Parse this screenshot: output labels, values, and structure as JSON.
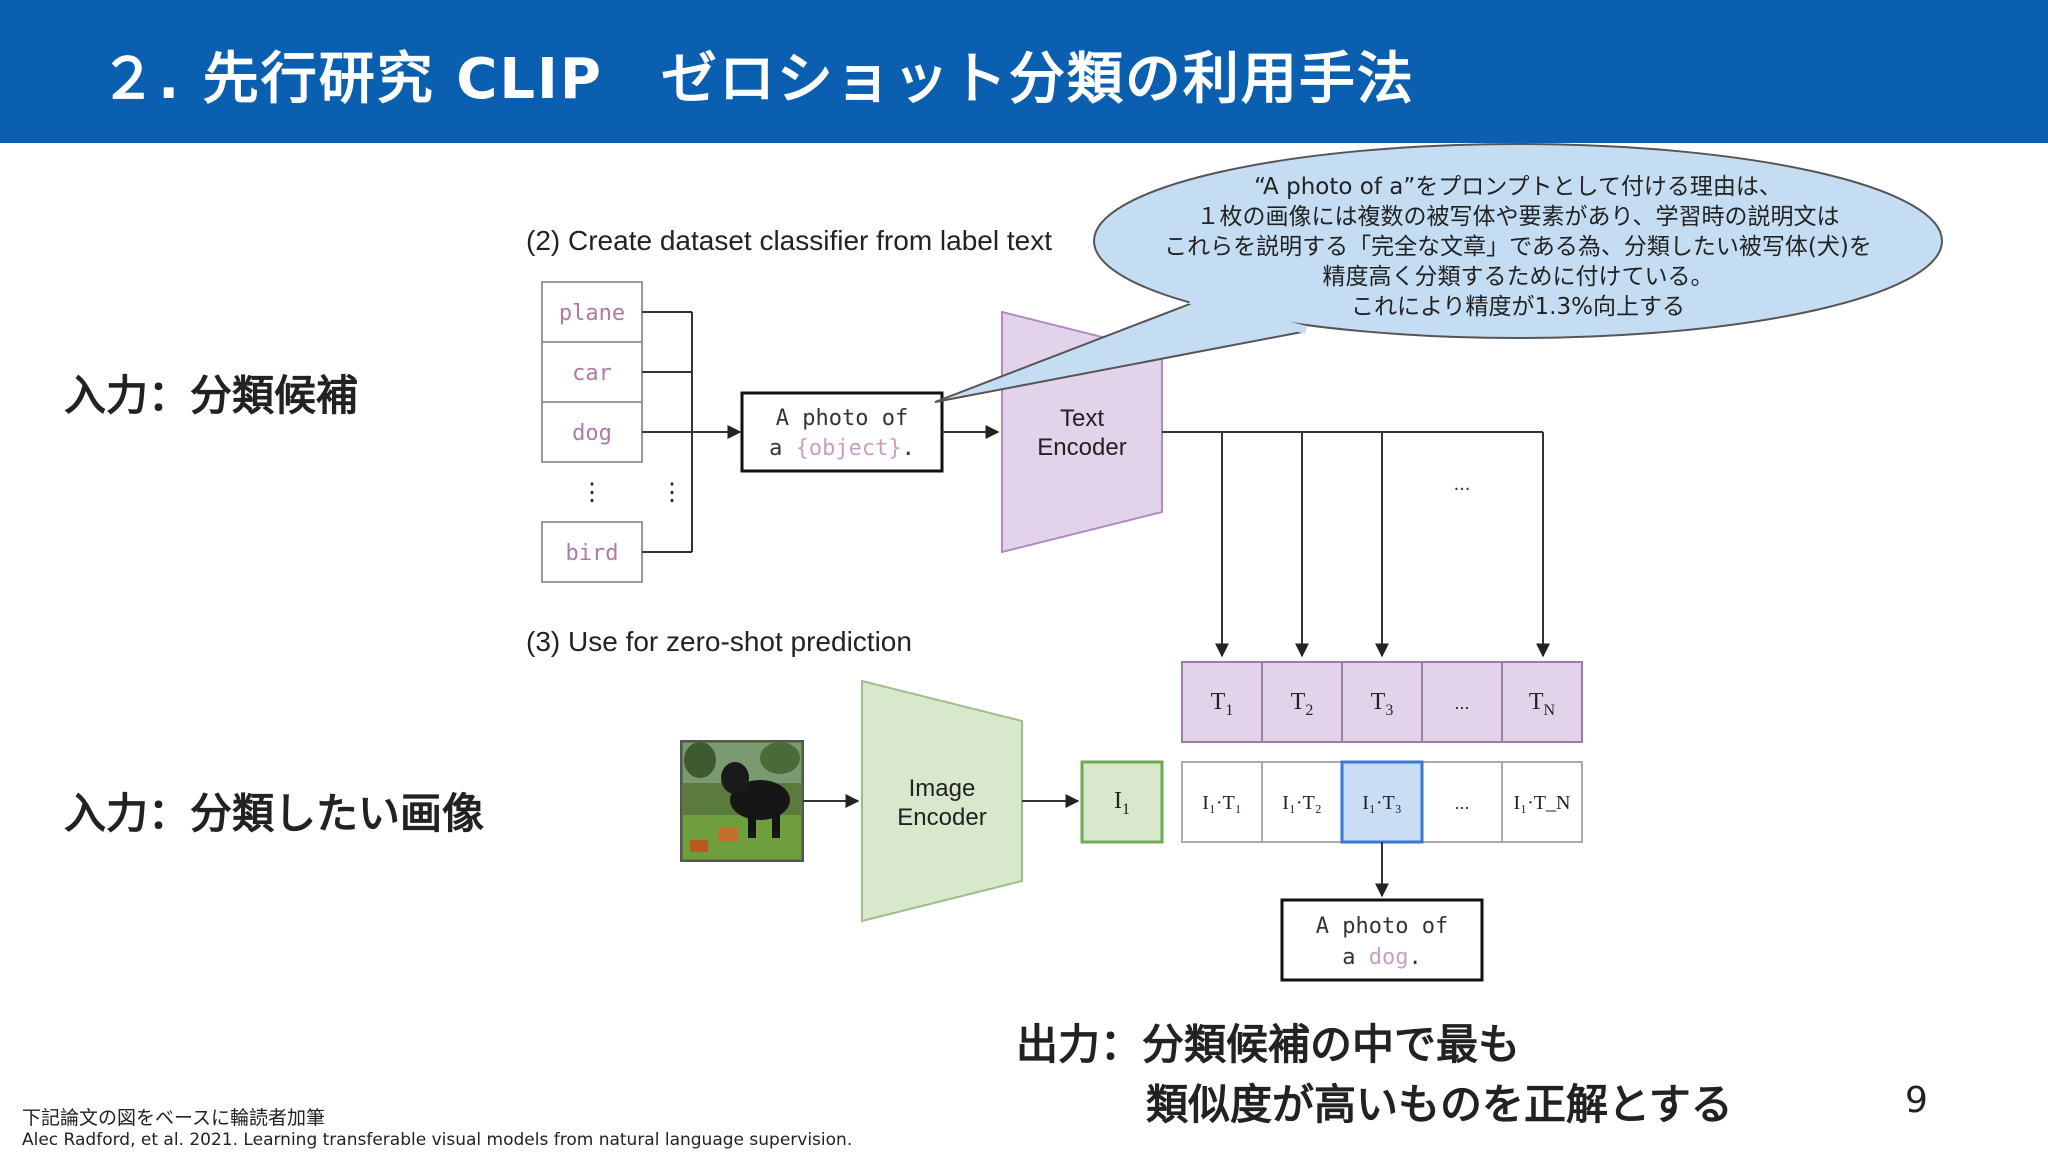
{
  "slide": {
    "title": "２. 先行研究 CLIP　ゼロショット分類の利用手法",
    "page_number": "9",
    "colors": {
      "header": "#0a5fb0",
      "text_box": "#e3d3ea",
      "image_box": "#d7e8cc",
      "highlight": "#c9ddf5",
      "callout": "#c5ddf3"
    }
  },
  "labels": {
    "input_candidates": "入力：分類候補",
    "input_image": "入力：分類したい画像",
    "output_line1": "出力：分類候補の中で最も",
    "output_line2": "類似度が高いものを正解とする"
  },
  "callout": {
    "lines": [
      "“A photo of a”をプロンプトとして付ける理由は、",
      "１枚の画像には複数の被写体や要素があり、学習時の説明文は",
      "これらを説明する「完全な文章」である為、分類したい被写体(犬)を",
      "精度高く分類するために付けている。",
      "これにより精度が1.3%向上する"
    ]
  },
  "diagram": {
    "section2_title": "(2) Create dataset classifier from label text",
    "section3_title": "(3) Use for zero-shot prediction",
    "labels": [
      "plane",
      "car",
      "dog",
      "bird"
    ],
    "vdots": "⋮",
    "template_prefix": "A photo of",
    "template_a": "a",
    "template_object": "{object}",
    "template_period": ".",
    "text_encoder": [
      "Text",
      "Encoder"
    ],
    "image_encoder": [
      "Image",
      "Encoder"
    ],
    "ellipsis": "...",
    "text_embeddings": [
      "T",
      "T",
      "T",
      "...",
      "T"
    ],
    "text_embedding_subs": [
      "1",
      "2",
      "3",
      "",
      "N"
    ],
    "image_embedding": "I",
    "image_embedding_sub": "1",
    "similarities": [
      "I₁·T₁",
      "I₁·T₂",
      "I₁·T₃",
      "...",
      "I₁·T_N"
    ],
    "result_prefix": "A photo of",
    "result_a": "a",
    "result_label": "dog",
    "result_period": ".",
    "photo_icon": "dog-photo"
  },
  "footer": {
    "note": "下記論文の図をベースに輪読者加筆",
    "citation": "Alec Radford, et al. 2021. Learning transferable visual models from natural language supervision."
  }
}
